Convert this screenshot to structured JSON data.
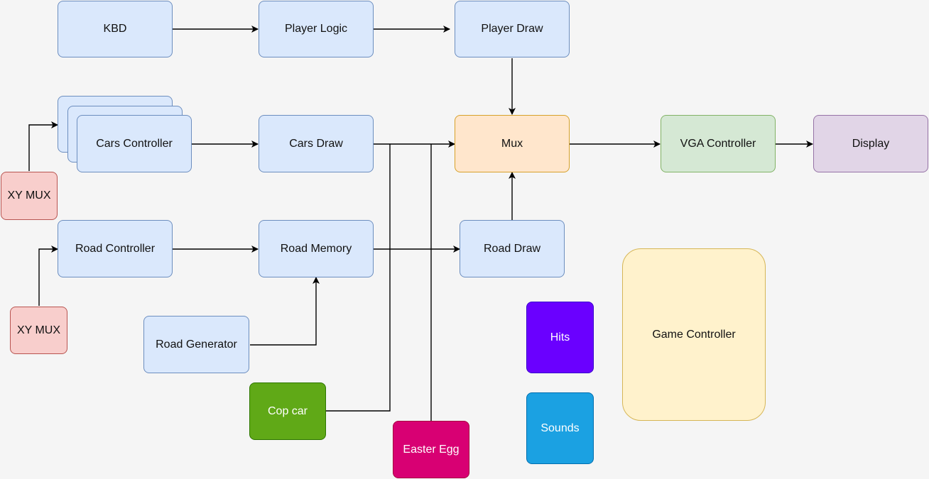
{
  "nodes": {
    "kbd": "KBD",
    "player_logic": "Player Logic",
    "player_draw": "Player Draw",
    "cars_controller": "Cars Controller",
    "cars_draw": "Cars Draw",
    "mux": "Mux",
    "vga_controller": "VGA Controller",
    "display": "Display",
    "xy_mux_1": "XY MUX",
    "road_controller": "Road Controller",
    "road_memory": "Road Memory",
    "road_draw": "Road Draw",
    "xy_mux_2": "XY MUX",
    "road_generator": "Road Generator",
    "game_controller": "Game Controller",
    "hits": "Hits",
    "sounds": "Sounds",
    "cop_car": "Cop car",
    "easter_egg": "Easter Egg"
  },
  "colors": {
    "blue_fill": "#dae8fc",
    "orange_fill": "#ffe6cc",
    "green_fill": "#d5e8d4",
    "purple_fill": "#e1d5e7",
    "red_fill": "#f8cecc",
    "yellow_fill": "#fff2cc",
    "cop_car": "#60a917",
    "easter_egg": "#d80073",
    "hits": "#6a00ff",
    "sounds": "#1ba1e2"
  },
  "edges": [
    {
      "from": "KBD",
      "to": "Player Logic"
    },
    {
      "from": "Player Logic",
      "to": "Player Draw"
    },
    {
      "from": "Player Draw",
      "to": "Mux"
    },
    {
      "from": "Cars Controller",
      "to": "Cars Draw"
    },
    {
      "from": "Cars Draw",
      "to": "Mux"
    },
    {
      "from": "Cop car",
      "to": "Mux"
    },
    {
      "from": "Easter Egg",
      "to": "Mux"
    },
    {
      "from": "Mux",
      "to": "VGA Controller"
    },
    {
      "from": "VGA Controller",
      "to": "Display"
    },
    {
      "from": "XY MUX",
      "to": "Cars Controller"
    },
    {
      "from": "XY MUX",
      "to": "Road Controller"
    },
    {
      "from": "Road Controller",
      "to": "Road Memory"
    },
    {
      "from": "Road Memory",
      "to": "Road Draw"
    },
    {
      "from": "Road Draw",
      "to": "Mux"
    },
    {
      "from": "Road Generator",
      "to": "Road Memory"
    }
  ]
}
